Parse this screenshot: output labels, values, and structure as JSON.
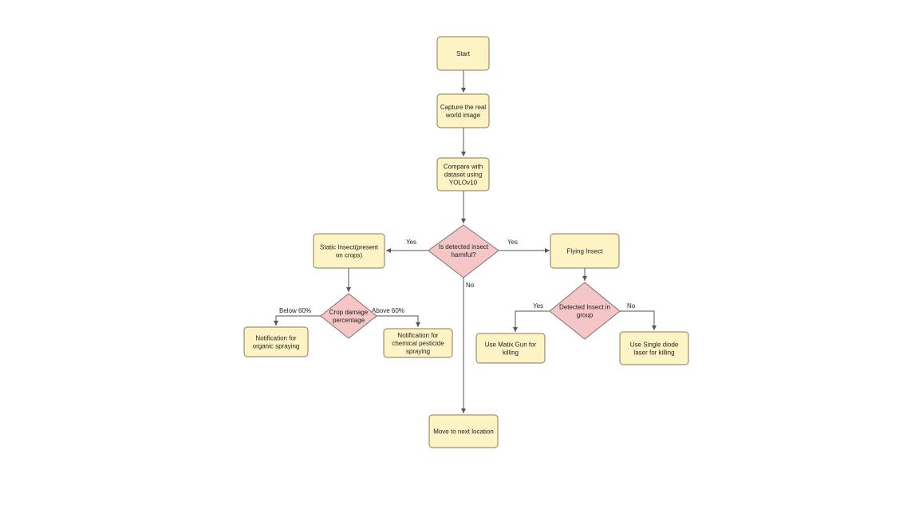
{
  "colors": {
    "process_fill": "#fdf3c4",
    "decision_fill": "#f4c6c6",
    "stroke": "#8a7a52",
    "edge": "#555555"
  },
  "nodes": {
    "start": [
      "Start"
    ],
    "capture": [
      "Capture the real",
      "world image"
    ],
    "compare": [
      "Compare with",
      "dataset using",
      "YOLOv10"
    ],
    "harmful": [
      "Is detected insect",
      "harmful?"
    ],
    "static_insect": [
      "Static Insect(present",
      "on crops)"
    ],
    "flying_insect": [
      "Flying Insect"
    ],
    "crop_damage": [
      "Crop damage",
      "percentage"
    ],
    "organic": [
      "Notification for",
      "organic spraying"
    ],
    "chemical": [
      "Notification for",
      "chemical pesticide",
      "spraying"
    ],
    "group": [
      "Detected Insect in",
      "group"
    ],
    "matix": [
      "Use Matix Gun for",
      "killing"
    ],
    "single_diode": [
      "Use Single diode",
      "laser for killing"
    ],
    "move_next": [
      "Move to next location"
    ]
  },
  "edge_labels": {
    "harmful_yes_left": "Yes",
    "harmful_yes_right": "Yes",
    "harmful_no": "No",
    "below": "Below 60%",
    "above": "Above 60%",
    "group_yes": "Yes",
    "group_no": "No"
  }
}
